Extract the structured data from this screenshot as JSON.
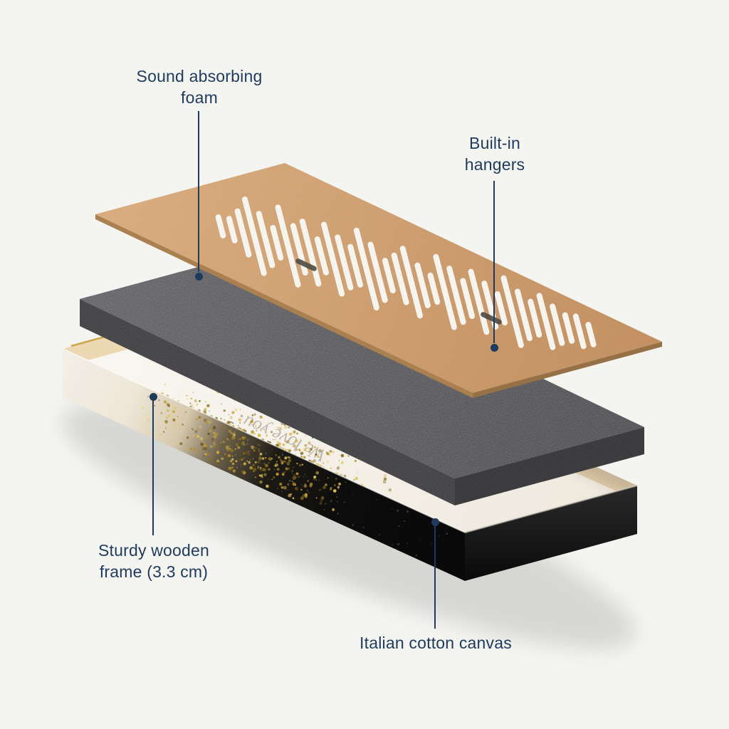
{
  "colors": {
    "bg": "#f4f4f1",
    "accent": "#1e3b5d",
    "board": "#cf9d6c",
    "board_hi": "#d9ab7b",
    "board_lo": "#c08a58",
    "board_edge": "#aa8050",
    "board_edge2": "#977146",
    "foam_hi": "#56565b",
    "foam_lo": "#3f3f43",
    "foam_side": "#38383b",
    "foam_side2": "#2e2e31",
    "canvas_white": "#f8f5ef",
    "cutout": "#f6f4ef",
    "wood": "#ecd9b4",
    "wood_line": "#c79a2e",
    "gold": "#c9a227"
  },
  "callouts": {
    "foam": {
      "text": "Sound absorbing foam"
    },
    "hangers": {
      "text": "Built-in hangers"
    },
    "frame": {
      "text": "Sturdy wooden frame (3.3 cm)"
    },
    "canvas": {
      "text": "Italian cotton canvas"
    }
  },
  "canvas_print": {
    "text": "We love you"
  },
  "soundwave": {
    "bars": [
      0.13,
      0.18,
      0.5,
      0.95,
      0.62,
      0.3,
      1.0,
      0.55,
      0.78,
      0.35,
      0.88,
      0.6,
      0.42,
      1.0,
      0.68,
      0.3,
      0.55,
      0.85,
      0.45,
      0.25,
      0.9,
      0.65,
      0.38,
      0.75,
      0.5,
      0.28,
      0.85,
      0.55,
      0.35,
      0.62,
      0.4,
      0.24,
      0.3,
      0.15
    ]
  }
}
